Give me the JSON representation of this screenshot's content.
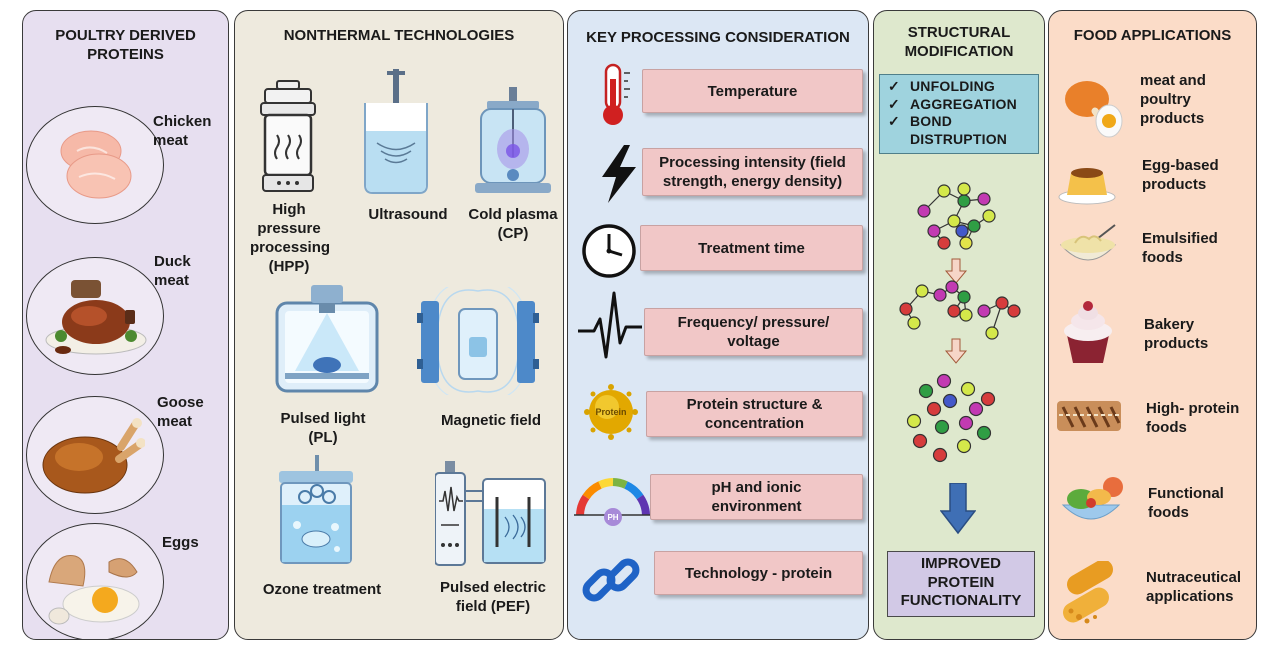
{
  "panels": {
    "poultry": {
      "title": "POULTRY DERIVED\nPROTEINS",
      "items": [
        {
          "label": "Chicken\nmeat"
        },
        {
          "label": "Duck\nmeat"
        },
        {
          "label": "Goose\nmeat"
        },
        {
          "label": "Eggs"
        }
      ]
    },
    "nonthermal": {
      "title": "NONTHERMAL TECHNOLOGIES",
      "items": [
        {
          "label": "High\npressure\nprocessing\n(HPP)"
        },
        {
          "label": "Ultrasound"
        },
        {
          "label": "Cold plasma\n(CP)"
        },
        {
          "label": "Pulsed light\n(PL)"
        },
        {
          "label": "Magnetic field"
        },
        {
          "label": "Ozone treatment"
        },
        {
          "label": "Pulsed electric\nfield (PEF)"
        }
      ]
    },
    "key": {
      "title": "KEY PROCESSING CONSIDERATION",
      "items": [
        {
          "label": "Temperature"
        },
        {
          "label": "Processing intensity (field\nstrength, energy density)"
        },
        {
          "label": "Treatment time"
        },
        {
          "label": "Frequency/ pressure/\nvoltage"
        },
        {
          "label": "Protein structure &\nconcentration"
        },
        {
          "label": "pH and ionic\nenvironment"
        },
        {
          "label": "Technology - protein"
        }
      ],
      "protein_icon_text": "Protein",
      "ph_icon_text": "PH"
    },
    "structural": {
      "title": "STRUCTURAL\nMODIFICATION",
      "checks": [
        "UNFOLDING",
        "AGGREGATION",
        "BOND\nDISTRUPTION"
      ],
      "check_mark": "✓",
      "result": "IMPROVED\nPROTEIN\nFUNCTIONALITY"
    },
    "applications": {
      "title": "FOOD APPLICATIONS",
      "items": [
        {
          "label": "meat and\npoultry\nproducts"
        },
        {
          "label": "Egg-based\nproducts"
        },
        {
          "label": "Emulsified\nfoods"
        },
        {
          "label": "Bakery\nproducts"
        },
        {
          "label": "High- protein\nfoods"
        },
        {
          "label": "Functional\nfoods"
        },
        {
          "label": "Nutraceutical\napplications"
        }
      ]
    }
  },
  "colors": {
    "poultry_bg": "#e7dff0",
    "nonthermal_bg": "#eeeade",
    "key_bg": "#dce7f4",
    "structural_bg": "#dee8cd",
    "applications_bg": "#fbdcc8",
    "key_box": "#f1c7c7",
    "check_box": "#9fd3de",
    "result_box": "#d2c9e6",
    "arrow_blue": "#3f6fb5"
  },
  "icons": {
    "key": [
      "thermometer-icon",
      "lightning-icon",
      "clock-icon",
      "pulse-icon",
      "protein-orb-icon",
      "ph-gauge-icon",
      "chain-link-icon"
    ],
    "nonthermal": [
      "hpp-vessel-icon",
      "ultrasound-beaker-icon",
      "cold-plasma-icon",
      "pulsed-light-icon",
      "magnetic-field-icon",
      "ozone-tank-icon",
      "pef-device-icon"
    ],
    "poultry": [
      "chicken-meat-icon",
      "duck-meat-icon",
      "goose-meat-icon",
      "eggs-icon"
    ],
    "applications": [
      "drumstick-egg-icon",
      "pudding-icon",
      "emulsion-bowl-icon",
      "cupcake-icon",
      "protein-bar-icon",
      "salad-bowl-icon",
      "capsule-icon"
    ]
  }
}
